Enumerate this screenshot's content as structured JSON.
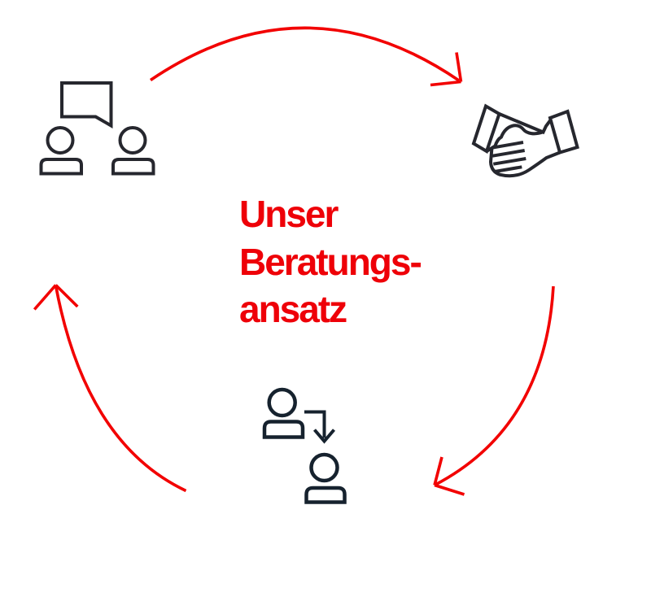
{
  "title": {
    "lines": [
      "Unser",
      "Beratungs-",
      "ansatz"
    ],
    "text": "Unser Beratungsansatz"
  },
  "diagram": {
    "type": "cycle",
    "nodes": [
      {
        "icon": "discussion-icon",
        "position": "top-left"
      },
      {
        "icon": "handshake-icon",
        "position": "top-right"
      },
      {
        "icon": "delegation-icon",
        "position": "bottom-center"
      }
    ],
    "arrows": [
      {
        "name": "arrow-top",
        "from": "discussion-icon",
        "to": "handshake-icon",
        "direction": "clockwise"
      },
      {
        "name": "arrow-right",
        "from": "handshake-icon",
        "to": "delegation-icon",
        "direction": "clockwise"
      },
      {
        "name": "arrow-left",
        "from": "delegation-icon",
        "to": "discussion-icon",
        "direction": "clockwise"
      }
    ]
  },
  "colors": {
    "accent_red": "#f20000",
    "title_red": "#ee0008",
    "icon_dark": "#26272e",
    "icon_navy": "#16222e",
    "icon_fill": "#ffffff",
    "background": "#ffffff"
  }
}
